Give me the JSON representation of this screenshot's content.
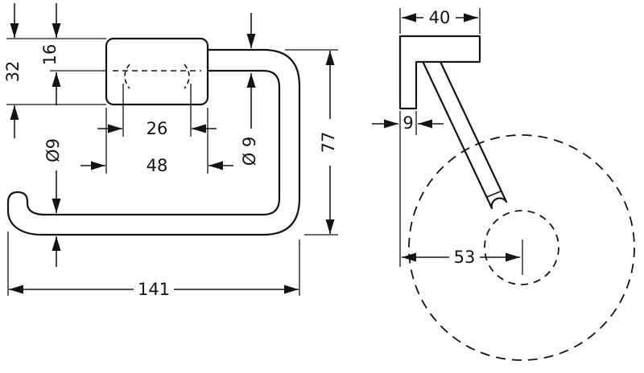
{
  "drawing": {
    "background": "#ffffff",
    "line_color": "#141414",
    "front_view": {
      "plate_height": "32",
      "bar_offset": "16",
      "bar_diameter_lower": "Ø9",
      "hole_spacing": "26",
      "plate_width": "48",
      "bar_diameter_upper": "Ø 9",
      "overall_height": "77",
      "overall_width": "141"
    },
    "side_view": {
      "depth": "40",
      "plate_thickness": "9",
      "roll_center_offset": "53"
    }
  }
}
